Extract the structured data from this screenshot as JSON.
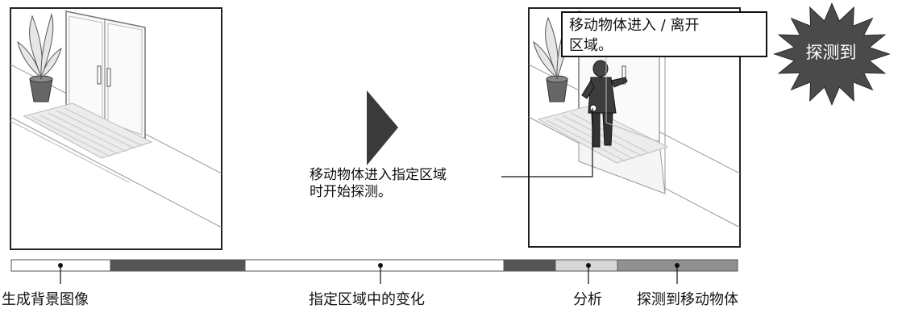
{
  "annotation": {
    "line1": "移动物体进入指定区域",
    "line2": "时开始探测。"
  },
  "callout": {
    "line1": "移动物体进入 / 离开",
    "line2": "区域。"
  },
  "burst_label": "探测到",
  "timeline": {
    "segments": [
      {
        "fill": "#ffffff"
      },
      {
        "fill": "#555555"
      },
      {
        "fill": "#ffffff"
      },
      {
        "fill": "#555555"
      },
      {
        "fill": "#d6d6d6"
      },
      {
        "fill": "#909090"
      }
    ],
    "labels": [
      "生成背景图像",
      "指定区域中的变化",
      "分析",
      "探测到移动物体"
    ]
  },
  "colors": {
    "burst": "#4a4a4a",
    "arrow": "#3a3a3a",
    "frame": "#222222"
  }
}
